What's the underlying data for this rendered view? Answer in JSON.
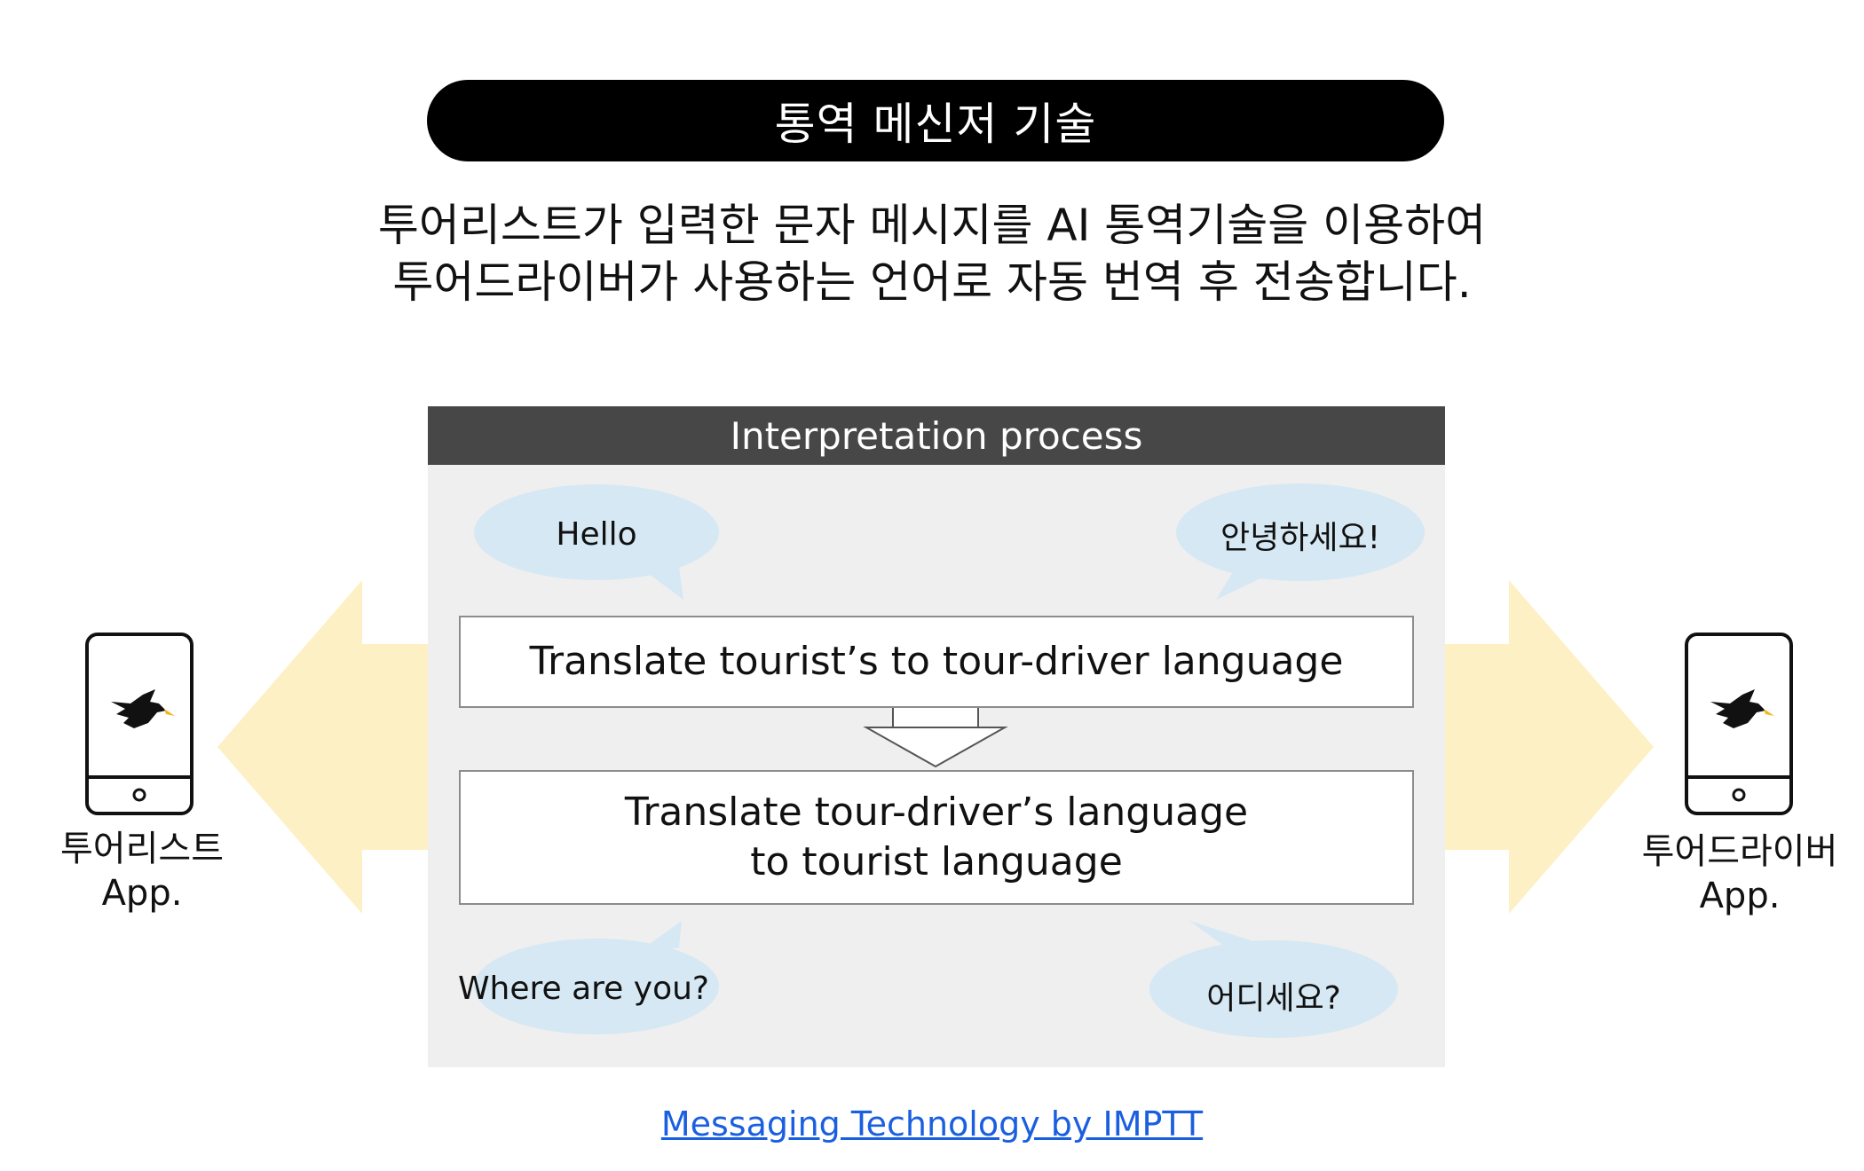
{
  "header": {
    "title": "통역 메신저 기술"
  },
  "description": {
    "line1": "투어리스트가 입력한 문자 메시지를 AI 통역기술을 이용하여",
    "line2": "투어드라이버가 사용하는 언어로 자동 번역 후 전송합니다."
  },
  "panel": {
    "title": "Interpretation process",
    "step1": "Translate tourist’s to tour-driver language",
    "step2_line1": "Translate tour-driver’s language",
    "step2_line2": "to tourist language"
  },
  "bubbles": {
    "tourist_message": "Hello",
    "translated_message": "안녕하세요!",
    "driver_message": "어디세요?",
    "translated_reply": "Where are you?"
  },
  "apps": {
    "tourist_line1": "투어리스트",
    "tourist_line2": "App.",
    "driver_line1": "투어드라이버",
    "driver_line2": "App."
  },
  "footer": {
    "link": "Messaging Technology by IMPTT"
  },
  "colors": {
    "title_bg": "#000000",
    "panel_header_bg": "#474747",
    "panel_bg": "#efefef",
    "bubble": "#d6e8f3",
    "arrow": "#fdf0c4",
    "bird": "#111111",
    "beak": "#f2b418",
    "link": "#1a5fe0"
  }
}
